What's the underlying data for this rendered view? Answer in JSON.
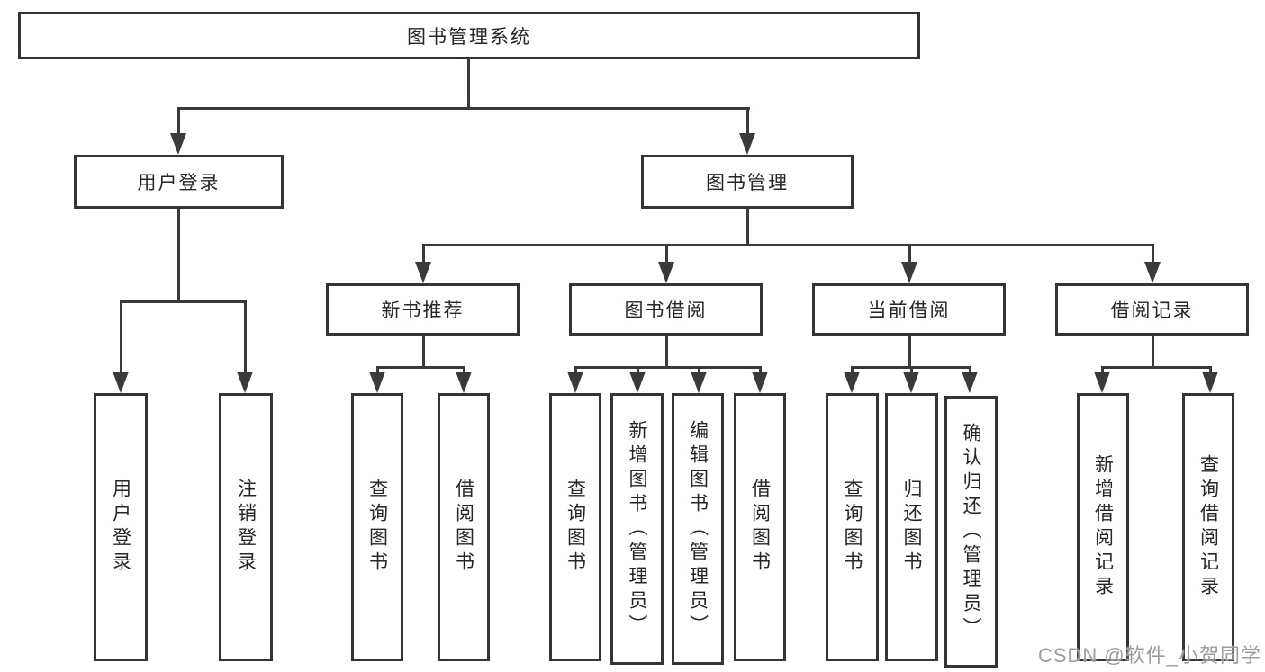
{
  "diagram": {
    "title": "图书管理系统",
    "root": {
      "label": "图书管理系统"
    },
    "branches": [
      {
        "label": "用户登录",
        "children": [
          {
            "label": "用户登录"
          },
          {
            "label": "注销登录"
          }
        ]
      },
      {
        "label": "图书管理",
        "children": [
          {
            "label": "新书推荐",
            "children": [
              {
                "label": "查询图书"
              },
              {
                "label": "借阅图书"
              }
            ]
          },
          {
            "label": "图书借阅",
            "children": [
              {
                "label": "查询图书"
              },
              {
                "label": "新增图书（管理员）"
              },
              {
                "label": "编辑图书（管理员）"
              },
              {
                "label": "借阅图书"
              }
            ]
          },
          {
            "label": "当前借阅",
            "children": [
              {
                "label": "查询图书"
              },
              {
                "label": "归还图书"
              },
              {
                "label": "确认归还（管理员）"
              }
            ]
          },
          {
            "label": "借阅记录",
            "children": [
              {
                "label": "新增借阅记录"
              },
              {
                "label": "查询借阅记录"
              }
            ]
          }
        ]
      }
    ]
  },
  "watermark": {
    "text": "CSDN @软件_小贺同学",
    "color": "#9c9c9c"
  },
  "colors": {
    "line": "#3a3a3a",
    "box_border": "#343434",
    "text": "#262626",
    "background": "#ffffff"
  }
}
